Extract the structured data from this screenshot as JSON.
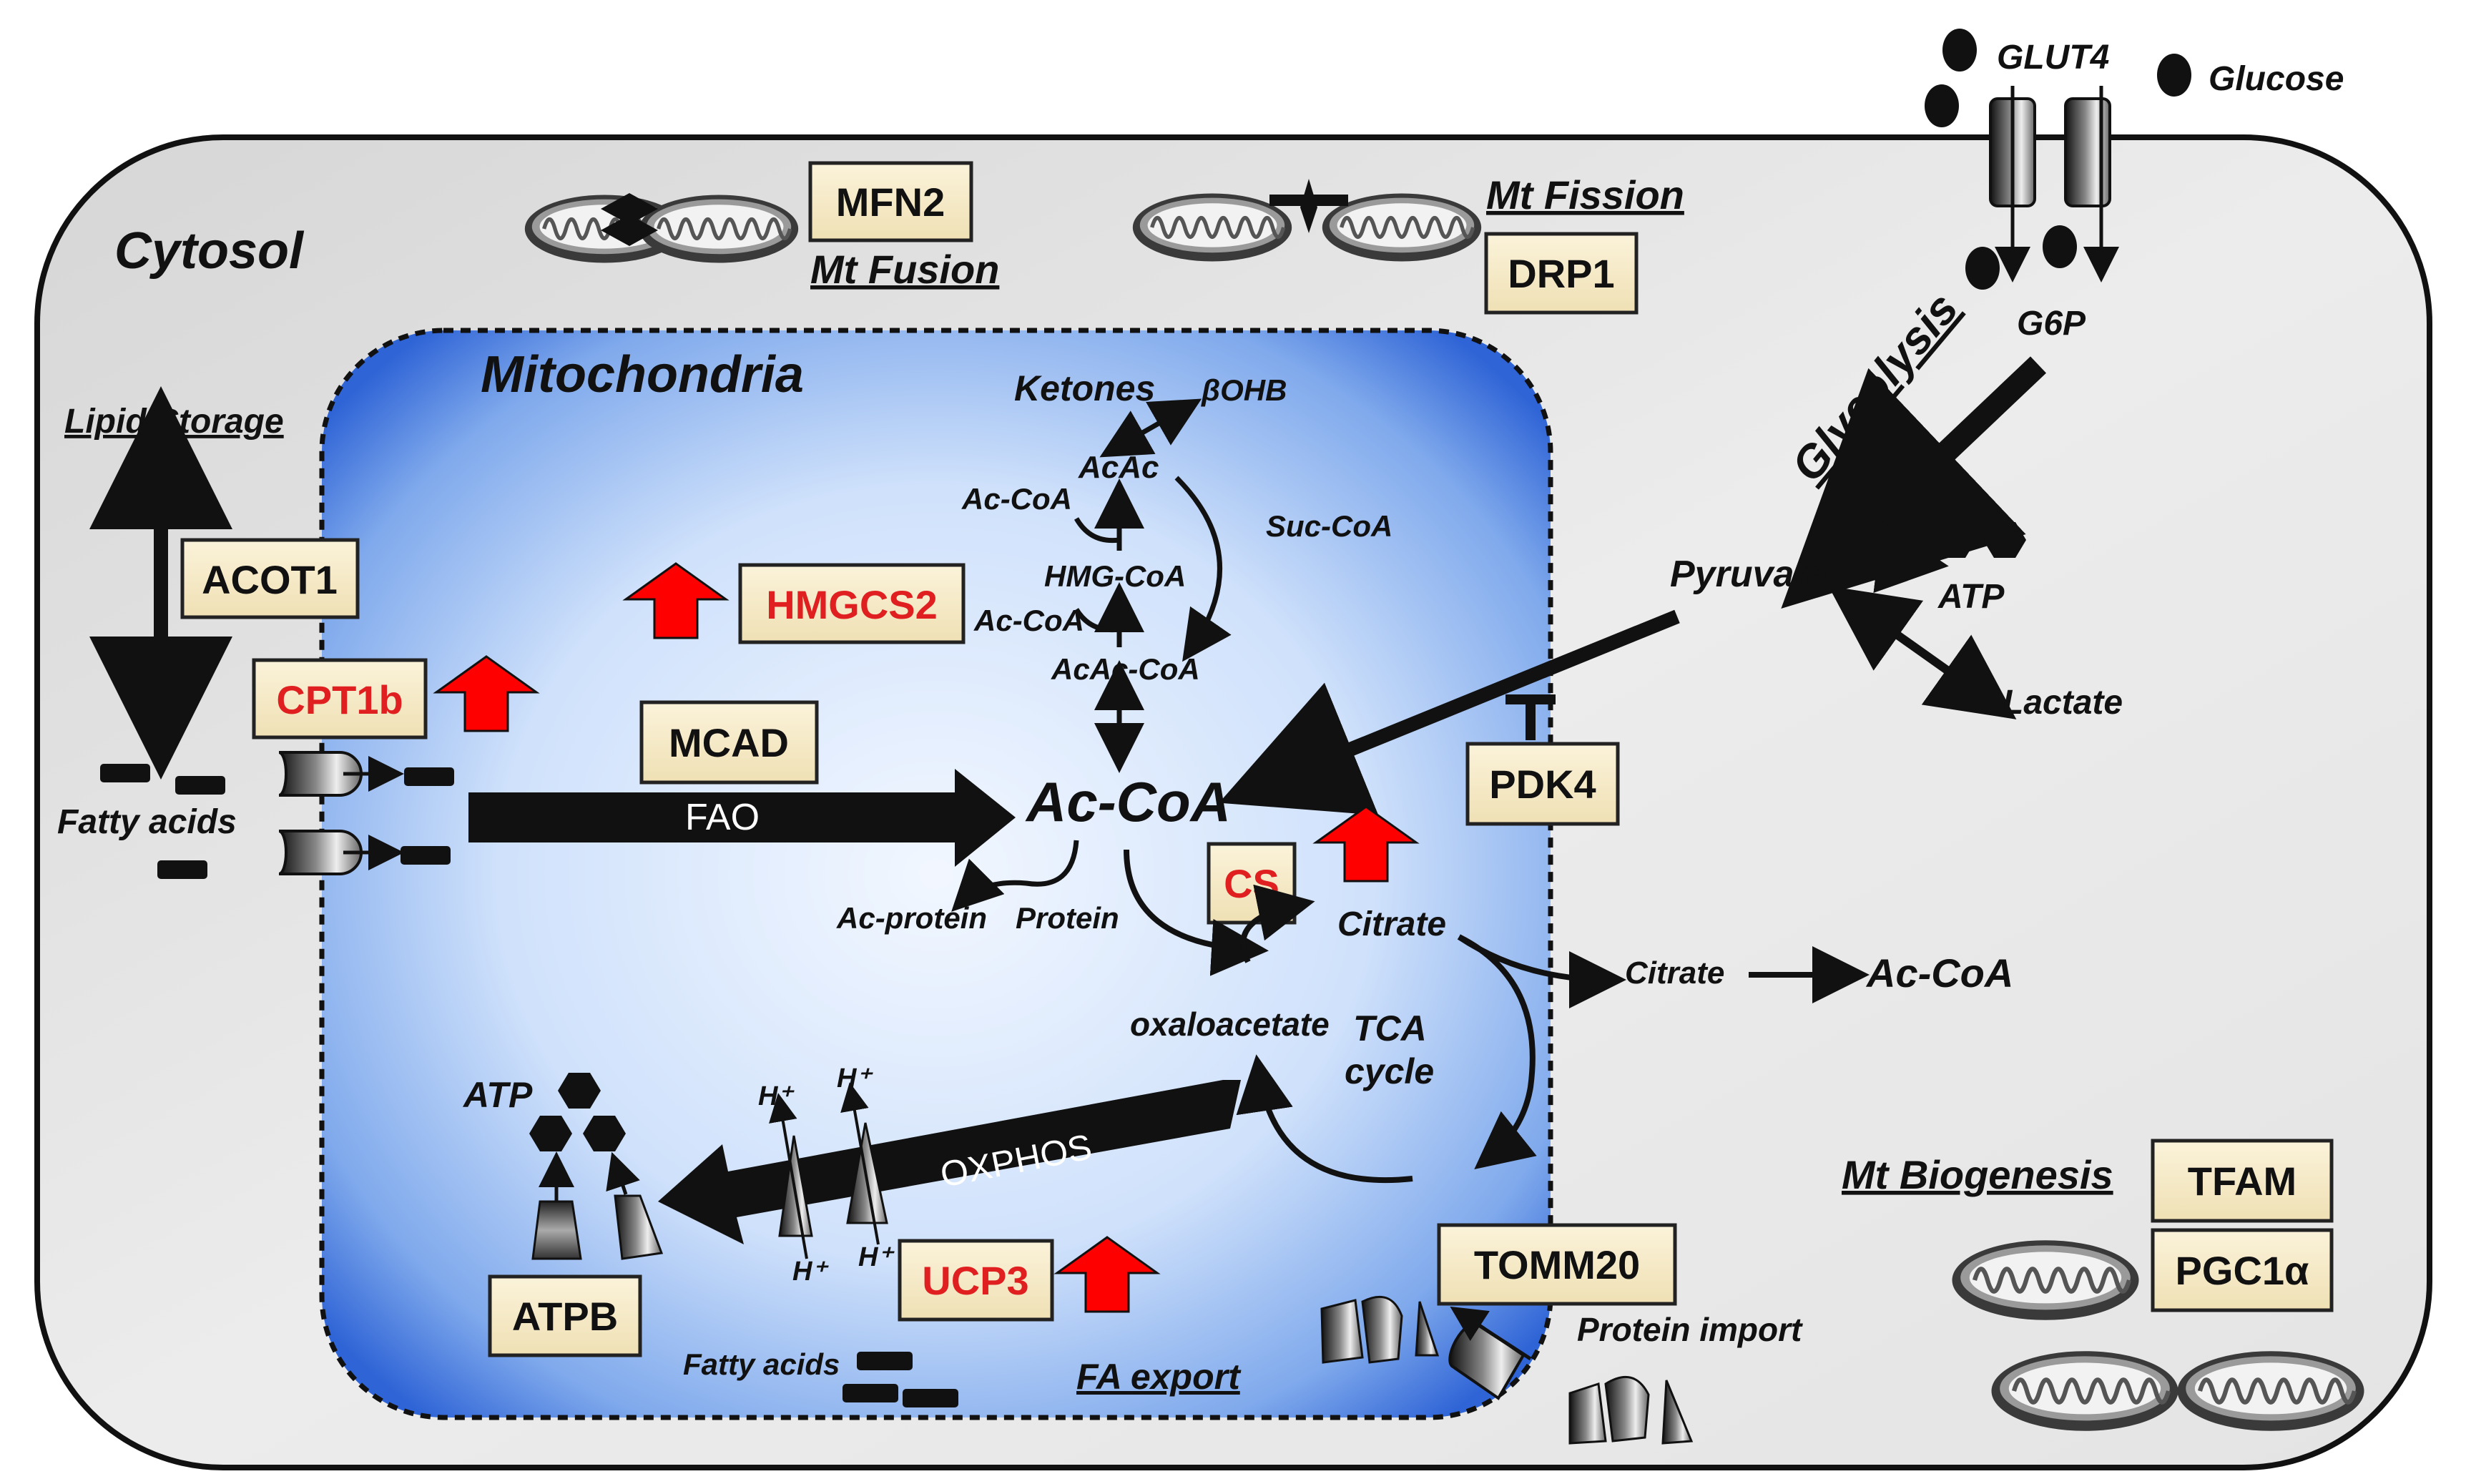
{
  "regions": {
    "cytosol": "Cytosol",
    "mitochondria": "Mitochondria"
  },
  "boxes": {
    "mfn2": "MFN2",
    "drp1": "DRP1",
    "acot1": "ACOT1",
    "hmgcs2": "HMGCS2",
    "cpt1b": "CPT1b",
    "mcad": "MCAD",
    "pdk4": "PDK4",
    "cs": "CS",
    "tomm20": "TOMM20",
    "tfam": "TFAM",
    "pgc1a": "PGC1α",
    "atpb": "ATPB",
    "ucp3": "UCP3"
  },
  "processes": {
    "mt_fusion": "Mt Fusion",
    "mt_fission": "Mt Fission",
    "lipid_storage": "Lipid Storage",
    "glycolysis": "Glycolysis",
    "mt_biogenesis": "Mt Biogenesis",
    "fa_export": "FA export"
  },
  "metabolites": {
    "glut4": "GLUT4",
    "glucose": "Glucose",
    "g6p": "G6P",
    "pyruvate": "Pyruvate",
    "atp_glycolysis": "ATP",
    "lactate": "Lactate",
    "ketones": "Ketones",
    "bohb": "βOHB",
    "acac": "AcAc",
    "accoa_1": "Ac-CoA",
    "suc_coa": "Suc-CoA",
    "hmg_coa": "HMG-CoA",
    "accoa_2": "Ac-CoA",
    "acac_coa": "AcAc-CoA",
    "fatty_acids": "Fatty acids",
    "ac_coa_main": "Ac-CoA",
    "ac_protein": "Ac-protein",
    "protein": "Protein",
    "citrate": "Citrate",
    "citrate_out": "Citrate",
    "ac_coa_cyto": "Ac-CoA",
    "oxaloacetate": "oxaloacetate",
    "tca_1": "TCA",
    "tca_2": "cycle",
    "atp_oxphos": "ATP",
    "h_plus": "H⁺",
    "fatty_acids_export": "Fatty acids",
    "protein_import": "Protein import"
  },
  "arrows": {
    "fao": "FAO",
    "oxphos": "OXPHOS"
  },
  "colors": {
    "upregulated_text": "#e02020",
    "up_arrow": "#ff0000",
    "box_fill": "#f6ebc8",
    "cytosol_fill": "#e2e2e2",
    "mito_fill": "#bcd6f8",
    "mito_edge": "#2f6fd8"
  }
}
